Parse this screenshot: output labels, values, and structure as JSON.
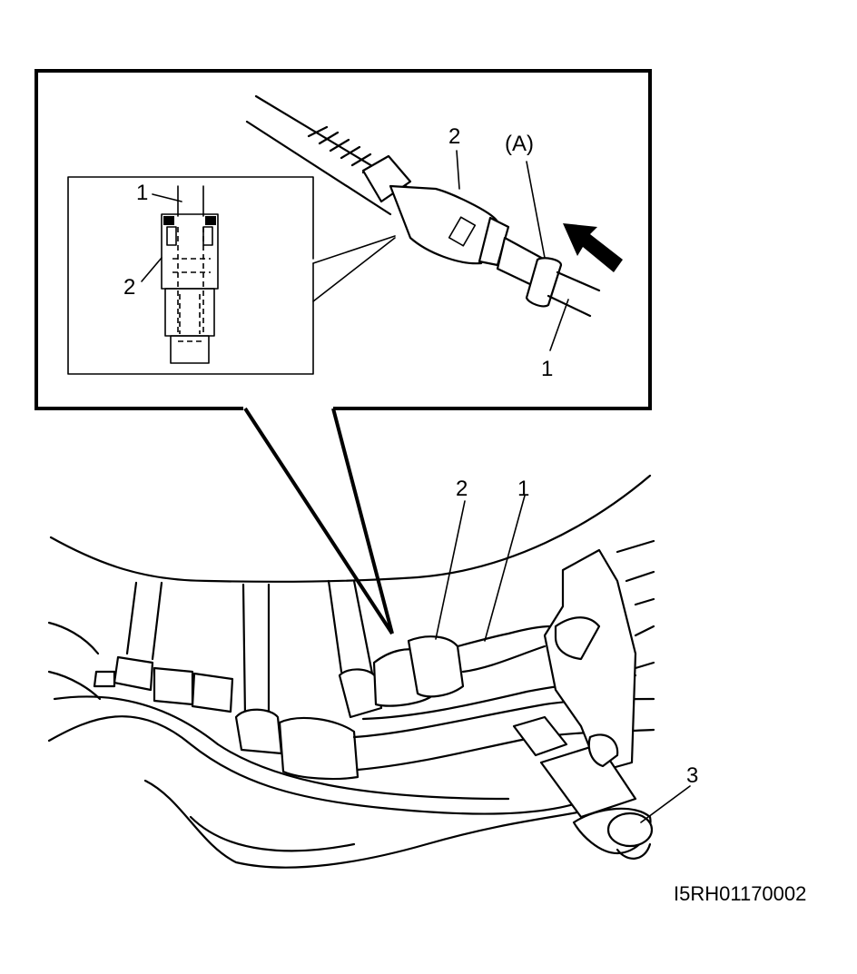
{
  "callout": {
    "label_1": "1",
    "label_2": "2",
    "label_A": "(A)"
  },
  "section_view": {
    "label_1": "1",
    "label_2": "2"
  },
  "main_view": {
    "label_1": "1",
    "label_2": "2",
    "label_3": "3"
  },
  "figure_code": "I5RH01170002"
}
